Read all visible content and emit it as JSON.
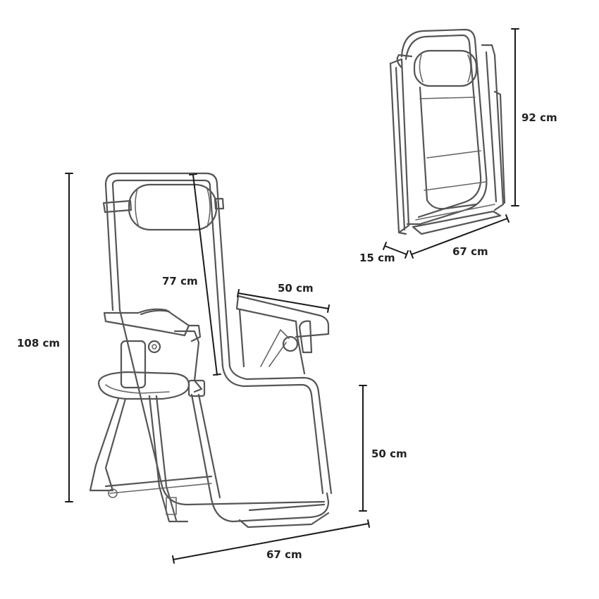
{
  "colors": {
    "outline": "#555555",
    "dimension_line": "#1a1a1a",
    "label": "#222222",
    "background": "#ffffff"
  },
  "open_chair": {
    "height_label": "108 cm",
    "backrest_label": "77 cm",
    "armrest_label": "50 cm",
    "seat_height_label": "50 cm",
    "width_label": "67 cm"
  },
  "folded_chair": {
    "height_label": "92 cm",
    "depth_label": "15 cm",
    "width_label": "67 cm"
  }
}
